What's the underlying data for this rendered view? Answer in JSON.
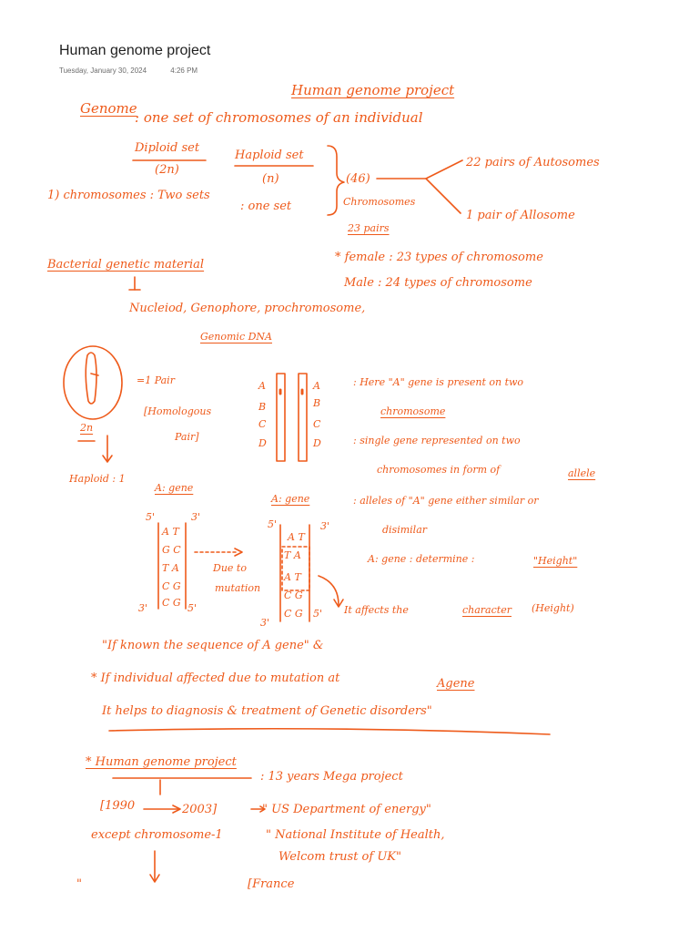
{
  "header": {
    "title": "Human genome project",
    "date": "Tuesday, January 30, 2024",
    "time": "4:26 PM"
  },
  "notes": {
    "heading": "Human genome project",
    "genome_term": "Genome",
    "genome_def": ": one set of chromosomes of an individual",
    "diploid": "Diploid set",
    "two_n": "(2n)",
    "haploid_set": "Haploid set",
    "n_label": "(n)",
    "chromosomes_row": "1) chromosomes : Two sets",
    "one_set": ": one set",
    "count_46": "(46)",
    "chromosomes_word": "Chromosomes",
    "pairs_23": "23 pairs",
    "autosomes": "22 pairs of Autosomes",
    "allosome": "1 pair of Allosome",
    "bacterial": "Bacterial genetic material",
    "nucleoid": "Nucleiod, Genophore, prochromosome,",
    "genomic_dna": "Genomic DNA",
    "female": "* female : 23 types of chromosome",
    "male": "Male : 24 types of chromosome",
    "one_pair": "=1 Pair",
    "homologous": "[Homologous",
    "pair_close": "Pair]",
    "two_n_b": "2n",
    "haploid_one": "Haploid : 1",
    "gene_letters": [
      "A",
      "B",
      "C",
      "D"
    ],
    "note_a_1": ": Here \"A\" gene is present on two",
    "note_a_2": "chromosome",
    "note_b_1": ": single gene represented on two",
    "note_b_2": "chromosomes in form of",
    "allele": "allele",
    "a_gene_1": "A: gene",
    "a_gene_2": "A: gene",
    "strand_end_5": "5'",
    "strand_end_3": "3'",
    "seq_left": [
      "A T",
      "G C",
      "T A",
      "C G",
      "C G"
    ],
    "seq_right": [
      "A T",
      "T A",
      "A T",
      "C G",
      "C G"
    ],
    "due_to": "Due to",
    "mutation": "mutation",
    "alleles_1": ": alleles of \"A\" gene either similar or",
    "alleles_2": "disimilar",
    "determine": "A: gene : determine :",
    "height": "\"Height\"",
    "affects": "It affects the",
    "character": "character",
    "height_paren": "(Height)",
    "known_seq": "\"If known the sequence of A gene\" &",
    "affected": "* If individual affected due to mutation at",
    "agene": "Agene",
    "helps": "It helps to diagnosis & treatment of Genetic disorders\"",
    "hgp": "* Human genome project",
    "mega": ": 13 years Mega project",
    "y1990": "[1990",
    "y2003": "2003]",
    "us_dept": "\" US Department of energy\"",
    "except": "except chromosome-1",
    "nih": "\" National Institute of Health,",
    "wellcome": "Welcom trust of UK\"",
    "france": "[France",
    "quote_mark": "\""
  }
}
